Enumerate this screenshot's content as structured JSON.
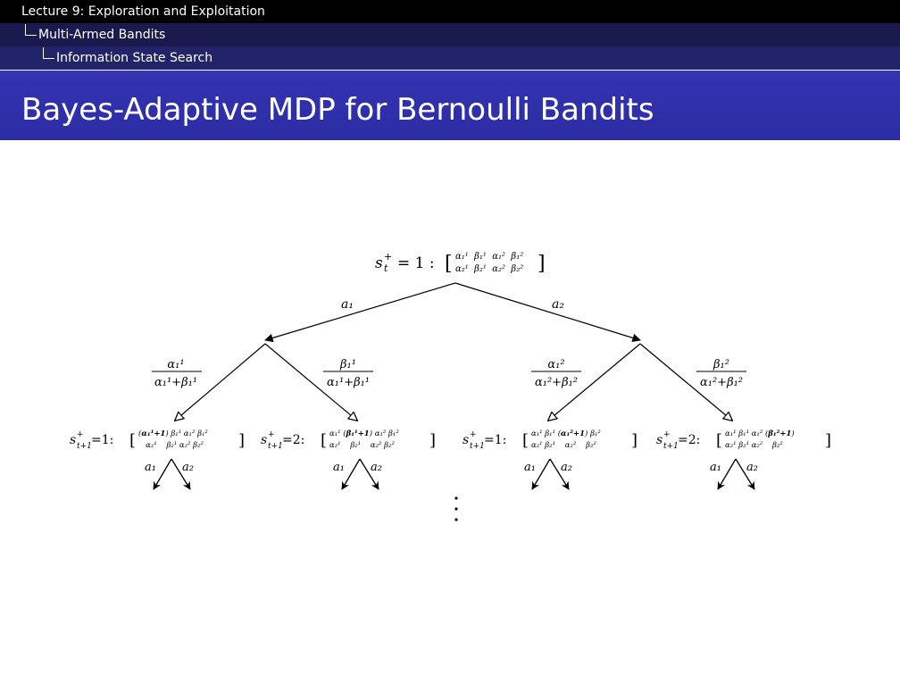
{
  "breadcrumb": {
    "lecture": "Lecture 9: Exploration and Exploitation",
    "section": "Multi-Armed Bandits",
    "subsection": "Information State Search"
  },
  "slide": {
    "title": "Bayes-Adaptive MDP for Bernoulli Bandits"
  },
  "diagram": {
    "root_state": "s_t^+ = 1 : [ α_1^1 β_1^1 α_1^2 β_1^2 ; α_2^1 β_2^1 α_2^2 β_2^2 ]",
    "action_a1": "a1",
    "action_a2": "a2",
    "prob_1": "α_1^1 / (α_1^1 + β_1^1)",
    "prob_2": "β_1^1 / (α_1^1 + β_1^1)",
    "prob_3": "α_1^2 / (α_1^2 + β_1^2)",
    "prob_4": "β_1^2 / (α_1^2 + β_1^2)",
    "leaf_1": "s_{t+1}^+ = 1 : [ (α_1^1+1) β_1^1 α_1^2 β_1^2 ; α_2^1 β_2^1 α_2^2 β_2^2 ]",
    "leaf_2": "s_{t+1}^+ = 2 : [ α_1^1 (β_1^1+1) α_1^2 β_1^2 ; α_2^1 β_2^1 α_2^2 β_2^2 ]",
    "leaf_3": "s_{t+1}^+ = 1 : [ α_1^1 β_1^1 (α_1^2+1) β_1^2 ; α_2^1 β_2^1 α_2^2 β_2^2 ]",
    "leaf_4": "s_{t+1}^+ = 2 : [ α_1^1 β_1^1 α_1^2 (β_1^2+1) ; α_2^1 β_2^1 α_2^2 β_2^2 ]",
    "continuation": "⋮"
  }
}
